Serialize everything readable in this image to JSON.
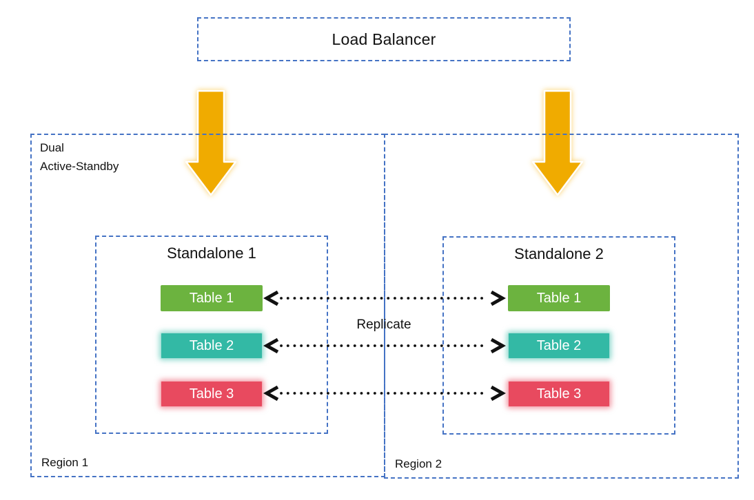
{
  "load_balancer": {
    "label": "Load Balancer"
  },
  "cluster_label": {
    "line1": "Dual",
    "line2": "Active-Standby"
  },
  "replicate_label": "Replicate",
  "regions": [
    {
      "label": "Region 1",
      "standalone": {
        "title": "Standalone 1",
        "tables": [
          "Table 1",
          "Table 2",
          "Table 3"
        ]
      }
    },
    {
      "label": "Region 2",
      "standalone": {
        "title": "Standalone 2",
        "tables": [
          "Table 1",
          "Table 2",
          "Table 3"
        ]
      }
    }
  ],
  "icons": {
    "down_arrow": "⬇",
    "replicate_arrow": "⬌"
  },
  "colors": {
    "dashed_border_blue": "#4472C4",
    "table_green": "#6CB33F",
    "table_teal": "#33B9A5",
    "table_red": "#E84A5F",
    "arrow_gold": "#F0AB00",
    "table_text": "#FFFFFF",
    "text_black": "#111111",
    "background": "#FFFFFF"
  }
}
